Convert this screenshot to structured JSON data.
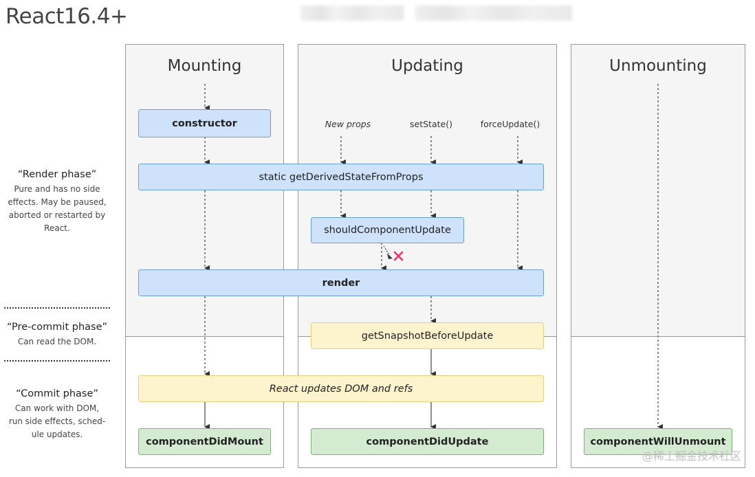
{
  "title": "React16.4+",
  "columns": {
    "mounting": "Mounting",
    "updating": "Updating",
    "unmounting": "Unmounting"
  },
  "triggers": {
    "new_props": "New props",
    "set_state": "setState()",
    "force_update": "forceUpdate()"
  },
  "nodes": {
    "constructor": "constructor",
    "get_derived_state": "static getDerivedStateFromProps",
    "should_update": "shouldComponentUpdate",
    "render": "render",
    "get_snapshot": "getSnapshotBeforeUpdate",
    "react_updates": "React updates DOM and refs",
    "did_mount": "componentDidMount",
    "did_update": "componentDidUpdate",
    "will_unmount": "componentWillUnmount"
  },
  "phases": {
    "render": {
      "title": "“Render phase”",
      "desc": [
        "Pure and has no side",
        "effects. May be paused,",
        "aborted or restarted by",
        "React."
      ]
    },
    "precommit": {
      "title": "“Pre-commit phase”",
      "desc": [
        "Can read the DOM."
      ]
    },
    "commit": {
      "title": "“Commit phase”",
      "desc": [
        "Can work with DOM,",
        "run side effects, sched-",
        "ule updates."
      ]
    }
  },
  "watermark": "@稀土掘金技术社区",
  "colors": {
    "blue_fill": "#cfe2fb",
    "yellow_fill": "#fdf3cd",
    "green_fill": "#d4ebd1",
    "cancel_mark": "#e8336b"
  }
}
